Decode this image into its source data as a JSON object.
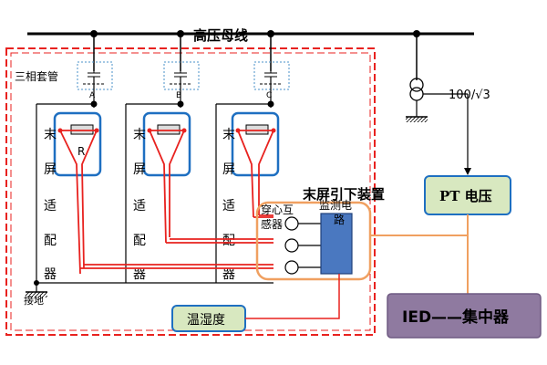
{
  "bus": {
    "label": "高压母线"
  },
  "bushing_label": "三相套管",
  "phases": [
    {
      "label": "A",
      "adapter_label": [
        "末",
        "屏",
        "适",
        "配",
        "器"
      ],
      "resistor_label": "R"
    },
    {
      "label": "B",
      "adapter_label": [
        "末",
        "屏",
        "适",
        "配",
        "器"
      ],
      "resistor_label": ""
    },
    {
      "label": "C",
      "adapter_label": [
        "末",
        "屏",
        "适",
        "配",
        "器"
      ],
      "resistor_label": ""
    }
  ],
  "ground_label": "接地",
  "device_label": "末屏引下装置",
  "ct_label": "穿心互感器",
  "monitor_label": "监测电路",
  "temp_humidity_label": "温湿度",
  "pt_ratio_label": "100/√3",
  "pt_box_label": "PT 电压",
  "ied_label": "IED——集中器",
  "colors": {
    "red": "#e8221f",
    "blue": "#1e6fc1",
    "orange": "#f0a060",
    "pt_box": "#d8e8c0",
    "ied_box": "#8f7aa0",
    "temp_box": "#d8e8c0",
    "monitor_box": "#4a78c0"
  }
}
